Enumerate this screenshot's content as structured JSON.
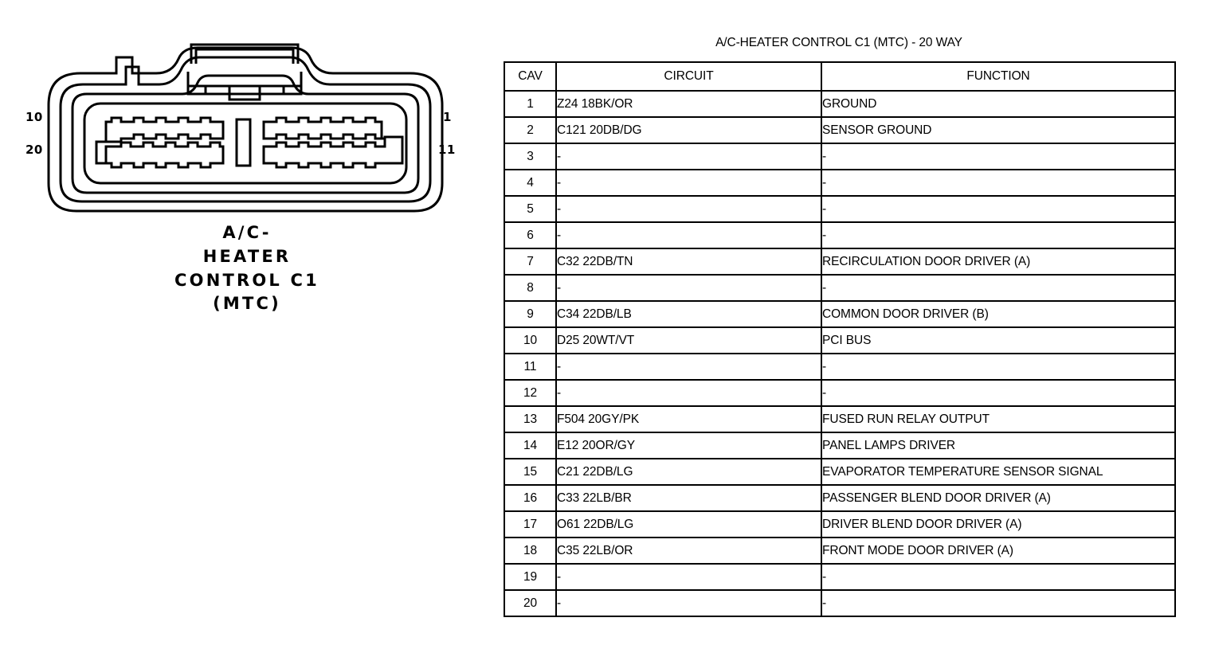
{
  "connector": {
    "caption_lines": [
      "A/C-",
      "HEATER",
      "CONTROL C1",
      "(MTC)"
    ],
    "pin_labels": {
      "top_left": "10",
      "bottom_left": "20",
      "top_right": "1",
      "bottom_right": "11"
    },
    "cavity_count": 20,
    "line_color": "#000000",
    "fill_color": "#ffffff"
  },
  "table": {
    "title": "A/C-HEATER CONTROL C1 (MTC) - 20 WAY",
    "headers": [
      "CAV",
      "CIRCUIT",
      "FUNCTION"
    ],
    "rows": [
      {
        "cav": "1",
        "circuit": "Z24 18BK/OR",
        "function": "GROUND"
      },
      {
        "cav": "2",
        "circuit": "C121 20DB/DG",
        "function": "SENSOR GROUND"
      },
      {
        "cav": "3",
        "circuit": "-",
        "function": "-"
      },
      {
        "cav": "4",
        "circuit": "-",
        "function": "-"
      },
      {
        "cav": "5",
        "circuit": "-",
        "function": "-"
      },
      {
        "cav": "6",
        "circuit": "-",
        "function": "-"
      },
      {
        "cav": "7",
        "circuit": "C32 22DB/TN",
        "function": "RECIRCULATION DOOR DRIVER (A)"
      },
      {
        "cav": "8",
        "circuit": "-",
        "function": "-"
      },
      {
        "cav": "9",
        "circuit": "C34 22DB/LB",
        "function": "COMMON DOOR DRIVER (B)"
      },
      {
        "cav": "10",
        "circuit": "D25 20WT/VT",
        "function": "PCI BUS"
      },
      {
        "cav": "11",
        "circuit": "-",
        "function": "-"
      },
      {
        "cav": "12",
        "circuit": "-",
        "function": "-"
      },
      {
        "cav": "13",
        "circuit": "F504 20GY/PK",
        "function": "FUSED RUN RELAY OUTPUT"
      },
      {
        "cav": "14",
        "circuit": "E12 20OR/GY",
        "function": "PANEL LAMPS DRIVER"
      },
      {
        "cav": "15",
        "circuit": "C21 22DB/LG",
        "function": "EVAPORATOR TEMPERATURE SENSOR SIGNAL"
      },
      {
        "cav": "16",
        "circuit": "C33 22LB/BR",
        "function": "PASSENGER BLEND DOOR DRIVER (A)"
      },
      {
        "cav": "17",
        "circuit": "O61 22DB/LG",
        "function": "DRIVER BLEND DOOR DRIVER (A)"
      },
      {
        "cav": "18",
        "circuit": "C35 22LB/OR",
        "function": "FRONT MODE DOOR DRIVER (A)"
      },
      {
        "cav": "19",
        "circuit": "-",
        "function": "-"
      },
      {
        "cav": "20",
        "circuit": "-",
        "function": "-"
      }
    ]
  }
}
